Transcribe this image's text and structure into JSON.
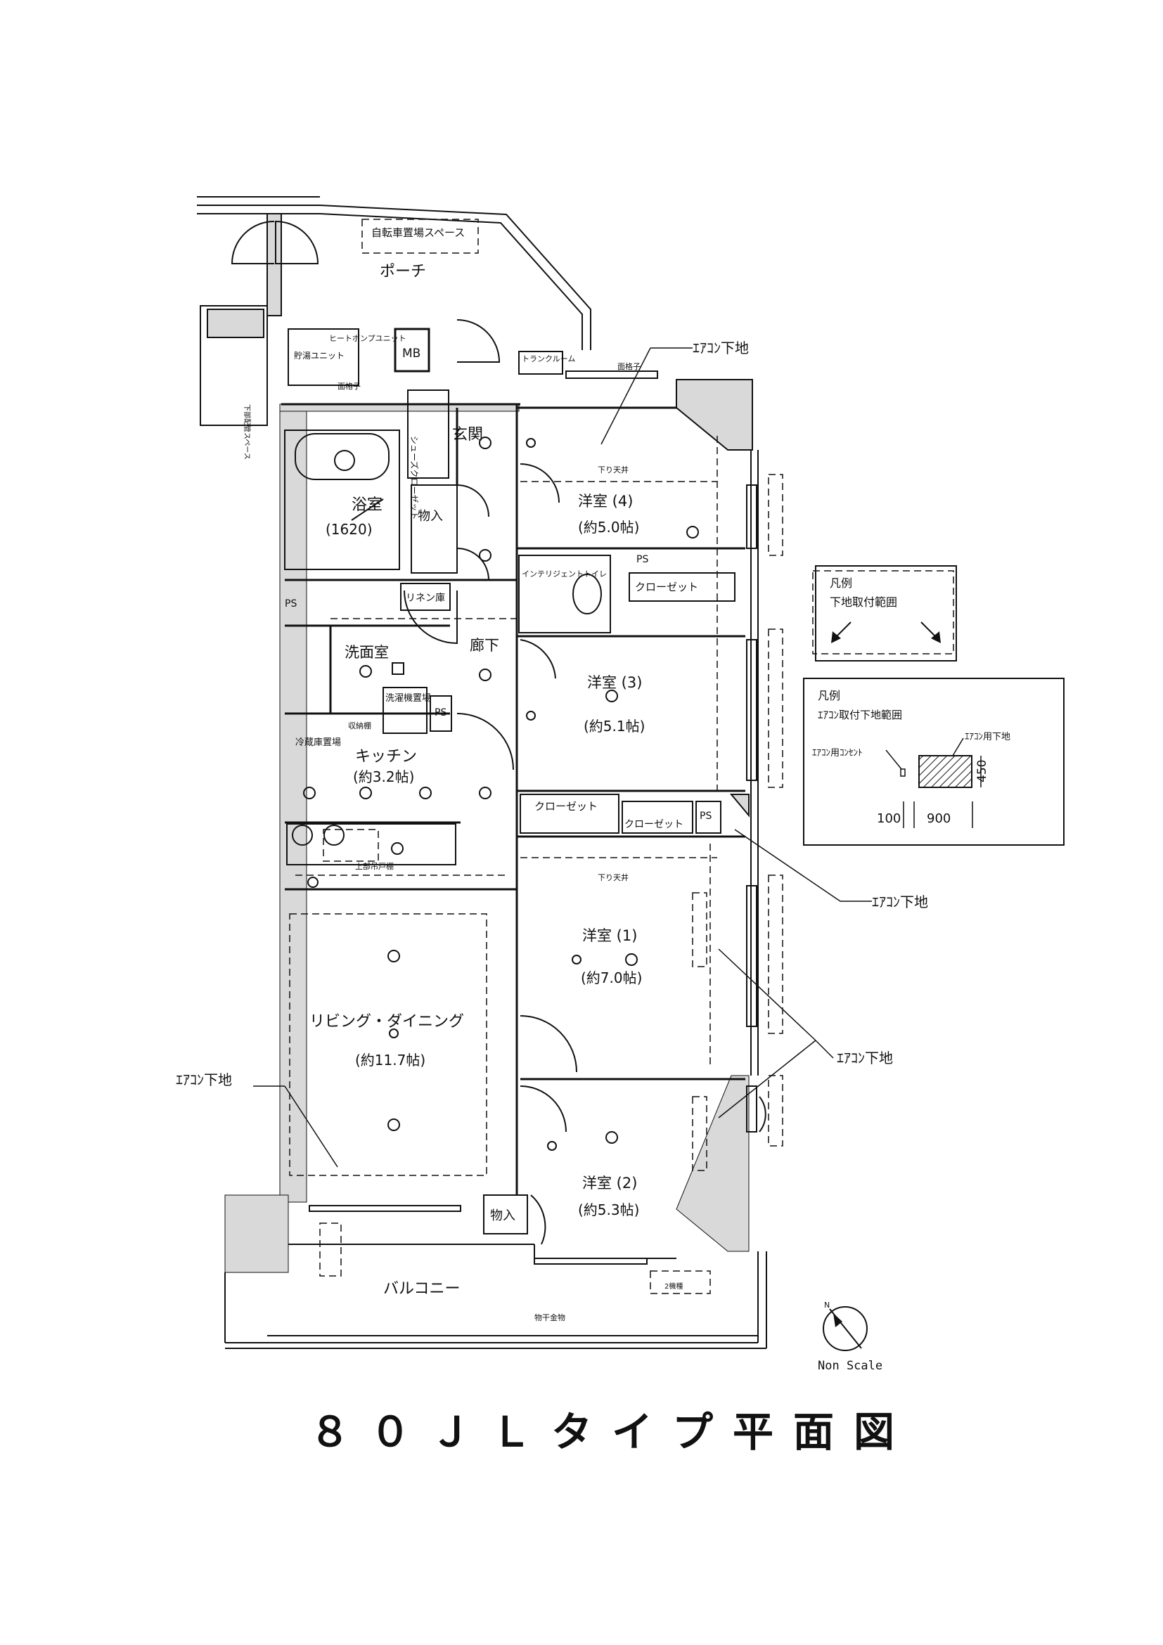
{
  "rooms": {
    "porch": "ポーチ",
    "bicycle": "自転車置場スペース",
    "storage_unit": "貯湯ユニット",
    "heat_pump": "ヒートポンプユニット",
    "mb": "MB",
    "trunk_room": "トランクルーム",
    "lattice1": "面格子",
    "lattice2": "面格子",
    "entrance": "玄関",
    "shoe_closet": "シューズクローゼット",
    "bath": "浴室",
    "bath_size": "(1620)",
    "storage1": "物入",
    "linen": "リネン庫",
    "washroom": "洗面室",
    "corridor": "廊下",
    "washer": "洗濯機置場",
    "fridge": "冷蔵庫置場",
    "shelf": "収納棚",
    "kitchen": "キッチン",
    "kitchen_size": "(約3.2帖)",
    "living": "リビング・ダイニング",
    "living_size": "(約11.7帖)",
    "r4": "洋室 (4)",
    "r4_size": "(約5.0帖)",
    "r3": "洋室 (3)",
    "r3_size": "(約5.1帖)",
    "r1": "洋室 (1)",
    "r1_size": "(約7.0帖)",
    "r2": "洋室 (2)",
    "r2_size": "(約5.3帖)",
    "storage2": "物入",
    "closet_a": "クローゼット",
    "closet_b": "クローゼット",
    "closet_c": "クローゼット",
    "toilet": "インテリジェントトイレ",
    "balcony": "バルコニー",
    "dryer": "物干金物",
    "ps": "PS",
    "drop_ceiling": "下り天井",
    "hanging": "上部吊戸棚",
    "drain": "下部配管スペース",
    "outdoor_unit": "2機種"
  },
  "callouts": {
    "ac_base": "ｴｱｺﾝ下地"
  },
  "legend1": {
    "title": "凡例",
    "text": "下地取付範囲"
  },
  "legend2": {
    "title": "凡例",
    "text": "ｴｱｺﾝ取付下地範囲",
    "outlet": "ｴｱｺﾝ用ｺﾝｾﾝﾄ",
    "base": "ｴｱｺﾝ用下地",
    "dim_h": "450",
    "dim_a": "100",
    "dim_b": "900"
  },
  "compass": "N",
  "non_scale": "Non Scale",
  "title": "８０ＪＬタイプ平面図",
  "colors": {
    "line": "#111111",
    "wall": "#d9d9d9"
  }
}
